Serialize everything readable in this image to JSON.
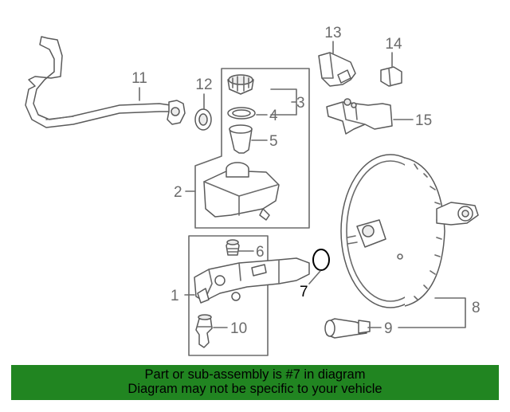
{
  "callouts": {
    "c1": "1",
    "c2": "2",
    "c3": "3",
    "c4": "4",
    "c5": "5",
    "c6": "6",
    "c7": "7",
    "c8": "8",
    "c9": "9",
    "c10": "10",
    "c11": "11",
    "c12": "12",
    "c13": "13",
    "c14": "14",
    "c15": "15"
  },
  "banner": {
    "line1": "Part or sub-assembly is #7 in diagram",
    "line2": "Diagram may not be specific to your vehicle",
    "color": "#218521"
  }
}
